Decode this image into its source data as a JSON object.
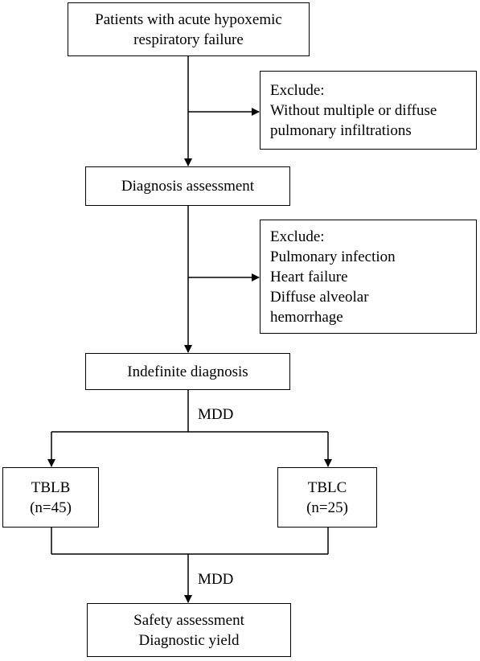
{
  "flowchart": {
    "start": {
      "lines": [
        "Patients with acute hypoxemic",
        "respiratory failure"
      ]
    },
    "exclude_1": {
      "heading": "Exclude:",
      "items": [
        "Without multiple or diffuse",
        "pulmonary infiltrations"
      ]
    },
    "assessment": {
      "lines": [
        "Diagnosis assessment"
      ]
    },
    "exclude_2": {
      "heading": "Exclude:",
      "items": [
        "Pulmonary infection",
        "Heart failure",
        "Diffuse alveolar",
        "hemorrhage"
      ]
    },
    "indefinite": {
      "lines": [
        "Indefinite diagnosis"
      ]
    },
    "mdd_1": "MDD",
    "tblb": {
      "lines": [
        "TBLB",
        "(n=45)"
      ]
    },
    "tblc": {
      "lines": [
        "TBLC",
        "(n=25)"
      ]
    },
    "mdd_2": "MDD",
    "outcome": {
      "lines": [
        "Safety assessment",
        "Diagnostic yield"
      ]
    }
  }
}
